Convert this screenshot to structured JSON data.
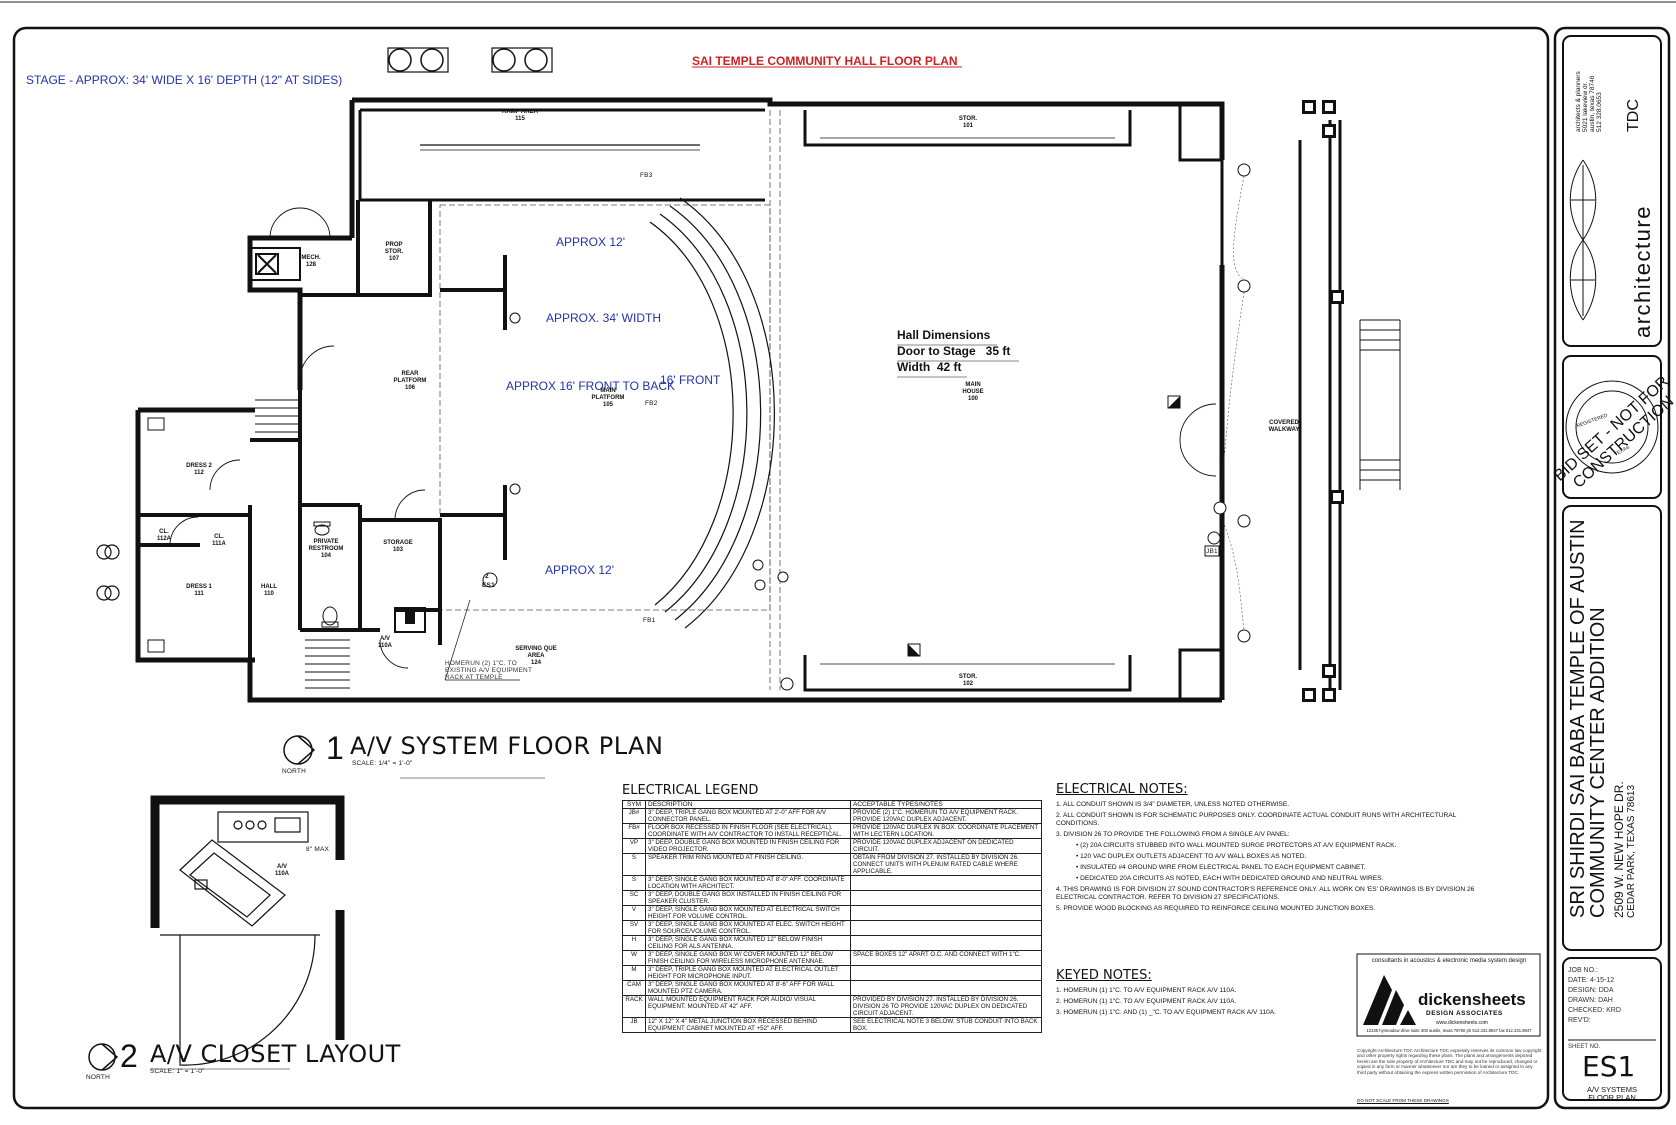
{
  "sheet_title": "SAI TEMPLE COMMUNITY HALL FLOOR PLAN",
  "stage_note": "STAGE - APPROX: 34' WIDE X 16' DEPTH (12\" AT SIDES)",
  "annotations": {
    "approx12_top": "APPROX 12'",
    "approx34": "APPROX. 34' WIDTH",
    "approx16": "APPROX 16' FRONT TO BACK",
    "front16": "16' FRONT",
    "approx12_bottom": "APPROX 12'"
  },
  "hall_dimensions": {
    "title": "Hall Dimensions",
    "line1": "Door to Stage   35 ft",
    "line2": "Width  42 ft"
  },
  "rooms": {
    "ramp": "RAMP AREA",
    "ramp_no": "115",
    "stor_top": "STOR.",
    "stor_top_no": "101",
    "mech": "MECH.",
    "mech_no": "128",
    "prop": "PROP STOR.",
    "prop_no": "107",
    "rear_platform": "REAR PLATFORM",
    "rear_no": "106",
    "main_platform": "MAIN PLATFORM",
    "main_platform_no": "105",
    "main_house": "MAIN HOUSE",
    "main_house_no": "100",
    "dress2": "DRESS 2",
    "dress2_no": "112",
    "cl_a": "CL.",
    "cl_a_no": "112A",
    "cl_b": "CL.",
    "cl_b_no": "111A",
    "private_restroom": "PRIVATE RESTROOM",
    "private_no": "104",
    "storage": "STORAGE",
    "storage_no": "103",
    "dress1": "DRESS 1",
    "dress1_no": "111",
    "hall": "HALL",
    "hall_no": "110",
    "av": "A/V",
    "av_no": "110A",
    "serving": "SERVING QUE AREA",
    "serving_no": "124",
    "stor_bottom": "STOR.",
    "stor_bottom_no": "102",
    "covered_walkway": "COVERED WALKWAY",
    "homerun": "HOMERUN (2) 1\"C. TO EXISTING A/V EQUIPMENT RACK AT TEMPLE",
    "fb3": "FB3",
    "fb2": "FB2",
    "fb1": "FB1",
    "jb1": "JB1",
    "es1": "ES1",
    "tag2": "2"
  },
  "plan1": {
    "number": "1",
    "title": "A/V SYSTEM FLOOR PLAN",
    "scale": "SCALE: 1/4\" = 1'-0\"",
    "north": "NORTH"
  },
  "plan2": {
    "number": "2",
    "title": "A/V CLOSET LAYOUT",
    "scale": "SCALE: 1\" = 1'-0\"",
    "north": "NORTH",
    "av": "A/V",
    "av_no": "110A",
    "max": "8\" MAX"
  },
  "legend": {
    "title": "ELECTRICAL LEGEND",
    "headers": [
      "SYM",
      "DESCRIPTION",
      "ACCEPTABLE TYPES/NOTES"
    ],
    "rows": [
      {
        "sym": "JB#",
        "desc": "3\" DEEP, TRIPLE GANG BOX MOUNTED AT 2'-0\" AFF FOR A/V CONNECTOR PANEL.",
        "notes": "PROVIDE (2) 1\"C. HOMERUN TO A/V EQUIPMENT RACK. PROVIDE 120VAC DUPLEX ADJACENT."
      },
      {
        "sym": "FB#",
        "desc": "FLOOR BOX RECESSED IN FINISH FLOOR (SEE ELECTRICAL). COORDINATE WITH A/V CONTRACTOR TO INSTALL RECEPTICAL.",
        "notes": "PROVIDE 120VAC DUPLEX IN BOX. COORDINATE PLACEMENT WITH LECTERN LOCATION."
      },
      {
        "sym": "VP",
        "desc": "3\" DEEP, DOUBLE GANG BOX MOUNTED IN FINISH CEILING FOR VIDEO PROJECTOR.",
        "notes": "PROVIDE 120VAC DUPLEX ADJACENT ON DEDICATED CIRCUIT."
      },
      {
        "sym": "S",
        "desc": "SPEAKER TRIM RING MOUNTED AT FINISH CEILING.",
        "notes": "OBTAIN FROM DIVISION 27. INSTALLED BY DIVISION 26. CONNECT UNITS WITH PLENUM RATED CABLE WHERE APPLICABLE."
      },
      {
        "sym": "S",
        "desc": "3\" DEEP, SINGLE GANG BOX MOUNTED AT 8'-0\" AFF. COORDINATE LOCATION WITH ARCHITECT.",
        "notes": ""
      },
      {
        "sym": "SC",
        "desc": "3\" DEEP, DOUBLE GANG BOX INSTALLED IN FINISH CEILING FOR SPEAKER CLUSTER.",
        "notes": ""
      },
      {
        "sym": "V",
        "desc": "3\" DEEP, SINGLE GANG BOX MOUNTED AT ELECTRICAL SWITCH HEIGHT FOR VOLUME CONTROL.",
        "notes": ""
      },
      {
        "sym": "SV",
        "desc": "3\" DEEP, SINGLE GANG BOX MOUNTED AT ELEC. SWITCH HEIGHT FOR SOURCE/VOLUME CONTROL.",
        "notes": ""
      },
      {
        "sym": "H",
        "desc": "3\" DEEP, SINGLE GANG BOX MOUNTED 12\" BELOW FINISH CEILING FOR ALS ANTENNA.",
        "notes": ""
      },
      {
        "sym": "W",
        "desc": "3\" DEEP, SINGLE GANG BOX W/ COVER MOUNTED 12\" BELOW FINISH CEILING FOR WIRELESS MICROPHONE ANTENNAE.",
        "notes": "SPACE BOXES 12\" APART O.C. AND CONNECT WITH 1\"C."
      },
      {
        "sym": "M",
        "desc": "3\" DEEP, TRIPLE GANG BOX MOUNTED AT ELECTRICAL OUTLET HEIGHT FOR MICROPHONE INPUT.",
        "notes": ""
      },
      {
        "sym": "CAM",
        "desc": "3\" DEEP, SINGLE GANG BOX MOUNTED AT 8'-6\" AFF FOR WALL MOUNTED PTZ CAMERA.",
        "notes": ""
      },
      {
        "sym": "RACK",
        "desc": "WALL MOUNTED EQUIPMENT RACK FOR AUDIO/ VISUAL EQUIPMENT. MOUNTED AT 42\" AFF.",
        "notes": "PROVIDED BY DIVISION 27. INSTALLED BY DIVISION 26. DIVISION 26 TO PROVIDE 120VAC DUPLEX ON DEDICATED CIRCUIT ADJACENT."
      },
      {
        "sym": "JB",
        "desc": "12\" X 12\" X 4\" METAL JUNCTION BOX RECESSED BEHIND EQUIPMENT CABINET MOUNTED AT +52\" AFF.",
        "notes": "SEE ELECTRICAL NOTE 3 BELOW. STUB CONDUIT INTO BACK BOX."
      }
    ]
  },
  "notes": {
    "title": "ELECTRICAL NOTES:",
    "items": [
      "1.   ALL CONDUIT SHOWN IS 3/4\" DIAMETER, UNLESS NOTED OTHERWISE.",
      "2.   ALL CONDUIT SHOWN IS FOR SCHEMATIC PURPOSES ONLY. COORDINATE ACTUAL CONDUIT RUNS WITH ARCHITECTURAL CONDITIONS.",
      "3.   DIVISION 26 TO PROVIDE THE FOLLOWING FROM A SINGLE A/V PANEL:",
      "•  (2) 20A CIRCUITS STUBBED INTO WALL MOUNTED SURGE PROTECTORS AT A/V EQUIPMENT RACK.",
      "•  120 VAC DUPLEX OUTLETS ADJACENT TO A/V WALL BOXES AS NOTED.",
      "•  INSULATED #4 GROUND WIRE FROM ELECTRICAL PANEL TO EACH EQUIPMENT CABINET.",
      "•  DEDICATED 20A CIRCUITS AS NOTED, EACH WITH DEDICATED GROUND AND NEUTRAL WIRES.",
      "4.   THIS DRAWING IS FOR  DIVISION 27 SOUND CONTRACTOR'S REFERENCE ONLY. ALL WORK ON 'ES' DRAWINGS IS BY DIVISION 26 ELECTRICAL CONTRACTOR. REFER TO DIVISION 27 SPECIFICATIONS.",
      "5.   PROVIDE WOOD BLOCKING AS REQUIRED TO REINFORCE CEILING MOUNTED JUNCTION BOXES."
    ]
  },
  "keyed": {
    "title": "KEYED NOTES:",
    "items": [
      "1.   HOMERUN (1) 1\"C. TO A/V EQUIPMENT RACK A/V 110A.",
      "2.   HOMERUN (1) 1\"C. TO A/V EQUIPMENT RACK A/V 110A.",
      "3.   HOMERUN (1) 1\"C. AND (1) _\"C. TO A/V EQUIPMENT RACK A/V 110A."
    ]
  },
  "consultant": {
    "tagline": "consultants in acoustics & electronic media system design",
    "name": "dickensheets",
    "sub": "DESIGN ASSOCIATES",
    "url": "www.dickensheets.com",
    "address": "12335 hymeadow drive  suite 300  austin, texas 78750  ph 512.331.8847  fax 512.331.8847"
  },
  "copyright": "Copyright Architecture TDC  Architecture TDC expressly reserves its common law copyright and other property rights regarding these plans. The plans and arrangements depicted herein are the sole property of Architecture TDC and may not be reproduced, changed or copied in any form or manner whatsoever nor are they to be loaned or assigned to any third party without obtaining the express written permission of Architecture TDC.",
  "do_not_scale": "DO NOT SCALE FROM THESE DRAWINGS",
  "title_block": {
    "firm_line1": "architects & planners",
    "firm_line2": "5021 lakeview dr.",
    "firm_line3": "austin, texas 78746",
    "firm_line4": "512 328.0653",
    "tdc": "TDC",
    "architecture": "architecture",
    "stamp": "BID SET - NOT FOR CONSTRUCTION",
    "stamp_small1": "REGISTERED",
    "stamp_small2": "TEXAS",
    "project1": "SRI SHIRDI SAI BABA TEMPLE OF AUSTIN",
    "project2": "COMMUNITY CENTER ADDITION",
    "addr1": "2509 W. NEW HOPE DR.",
    "addr2": "CEDAR PARK, TEXAS 78613",
    "job_no": "JOB NO.:",
    "date": "DATE:   4-15-12",
    "design": "DESIGN:   DDA",
    "drawn": "DRAWN:   DAH",
    "checked": "CHECKED:  KRD",
    "revd": "REV'D:",
    "sheet_no_label": "SHEET NO.",
    "sheet_no": "ES1",
    "sheet_name1": "A/V SYSTEMS",
    "sheet_name2": "FLOOR PLAN"
  }
}
